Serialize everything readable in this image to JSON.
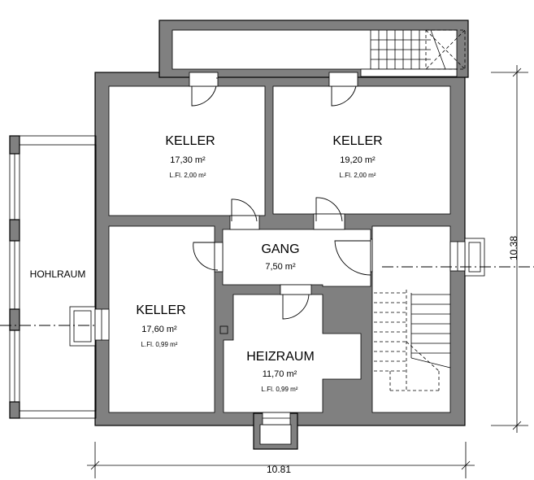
{
  "rooms": {
    "keller_nw": {
      "name": "KELLER",
      "area": "17,30 m²",
      "lfl": "L.Fl. 2,00 m²"
    },
    "keller_ne": {
      "name": "KELLER",
      "area": "19,20 m²",
      "lfl": "L.Fl. 2,00 m²"
    },
    "gang": {
      "name": "GANG",
      "area": "7,50 m²"
    },
    "keller_sw": {
      "name": "KELLER",
      "area": "17,60 m²",
      "lfl": "L.Fl. 0,99 m²"
    },
    "heizraum": {
      "name": "HEIZRAUM",
      "area": "11,70 m²",
      "lfl": "L.Fl. 0,99 m²"
    },
    "hohlraum": {
      "name": "HOHLRAUM"
    }
  },
  "dimensions": {
    "width": "10.81",
    "height": "10.38"
  },
  "colors": {
    "wall": "#808080",
    "background": "#ffffff",
    "line": "#000000"
  }
}
